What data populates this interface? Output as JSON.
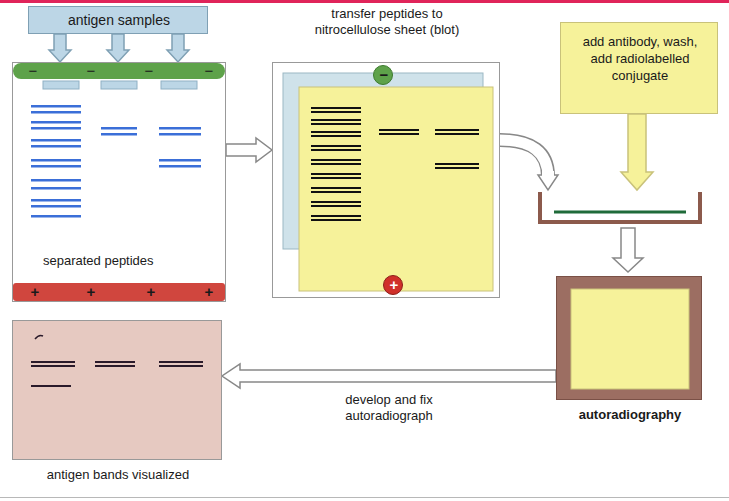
{
  "diagram": {
    "nodes": [
      {
        "text": [
          "antigen samples"
        ]
      },
      {
        "text": [
          "separated peptides"
        ]
      },
      {
        "text": [
          "−",
          "−",
          "−",
          "−"
        ],
        "in": 1
      },
      {
        "text": [
          "+",
          "+",
          "+",
          "+"
        ],
        "in": 1
      },
      {
        "text": [
          "transfer peptides to nitrocellulose sheet (blot)"
        ]
      },
      {
        "text": [
          "−"
        ],
        "in": 4
      },
      {
        "text": [
          "+"
        ],
        "in": 4
      },
      {
        "text": [
          "add antibody, wash, add radiolabelled conjugate"
        ]
      },
      {
        "text": [
          "autoradiography"
        ]
      },
      {
        "text": [
          "antigen bands visualized"
        ]
      }
    ],
    "edges": [
      {
        "from": 0,
        "to": 1,
        "arrow": "to"
      },
      {
        "from": 1,
        "to": 4,
        "arrow": "to"
      },
      {
        "from": 8,
        "to": 9,
        "label": "develop and fix autoradiograph",
        "arrow": "to"
      }
    ]
  }
}
